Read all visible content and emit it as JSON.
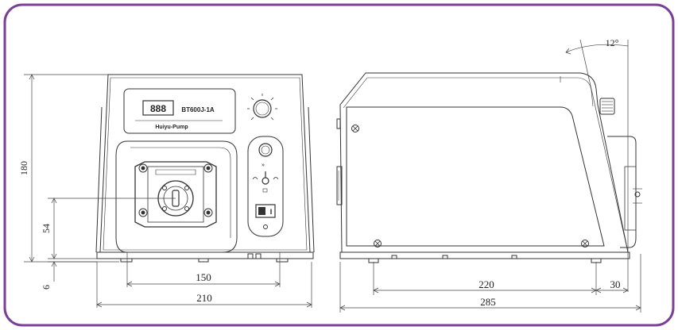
{
  "colors": {
    "frame": "#7b3f98",
    "line": "#333333",
    "dim": "#444444",
    "background": "#ffffff"
  },
  "front_view": {
    "model_label": "BT600J-1A",
    "brand_label": "Huiyu-Pump",
    "display_digits": "888",
    "switch_label": "I",
    "height_dim": "180",
    "shaft_height_dim": "54",
    "foot_dim": "6",
    "inner_width_dim": "150",
    "width_dim": "210"
  },
  "side_view": {
    "angle_dim": "12°",
    "depth_inner_dim": "220",
    "front_offset_dim": "30",
    "depth_dim": "285"
  }
}
